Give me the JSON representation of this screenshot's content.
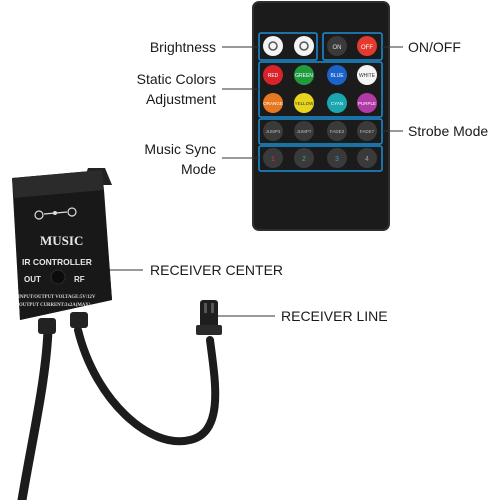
{
  "callouts": {
    "brightness": "Brightness",
    "static_colors_line1": "Static Colors",
    "static_colors_line2": "Adjustment",
    "music_sync_line1": "Music Sync",
    "music_sync_line2": "Mode",
    "on_off": "ON/OFF",
    "strobe_mode": "Strobe Mode",
    "receiver_center": "RECEIVER CENTER",
    "receiver_line": "RECEIVER LINE"
  },
  "remote": {
    "buttons": {
      "on": "ON",
      "off": "OFF",
      "red": "RED",
      "green": "GREEN",
      "blue": "BLUE",
      "white": "WHITE",
      "orange": "ORANGE",
      "yellow": "YELLOW",
      "cyan": "CYAN",
      "purple": "PURPLE",
      "jump3": "JUMP3",
      "jump7": "JUMP7",
      "fade3": "FADE3",
      "fade7": "FADE7",
      "m1": "1",
      "m2": "2",
      "m3": "3",
      "m4": "4"
    }
  },
  "controller": {
    "brand": "MUSIC",
    "title": "IR CONTROLLER",
    "out": "OUT",
    "rf": "RF",
    "spec_voltage": "INPUT/OUTPUT VOLTAGE:5V/12V",
    "spec_current": "OUTPUT CURRENT:3x2A(MAX)"
  },
  "colors": {
    "callout_box": "#1a8fd6",
    "leader_line": "#333333",
    "device_body": "#1e1e1e"
  }
}
